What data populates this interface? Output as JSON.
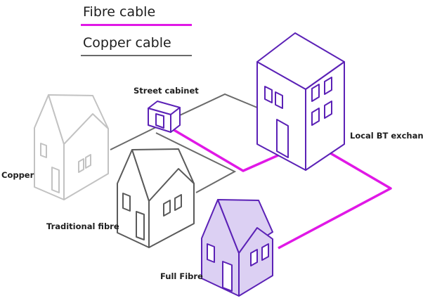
{
  "legend": {
    "fibre_label": "Fibre cable",
    "copper_label": "Copper cable",
    "fibre_color": "#e018e6",
    "copper_color": "#6a6a6a"
  },
  "labels": {
    "street_cabinet": "Street cabinet",
    "exchange": "Local BT exchange",
    "copper": "Copper",
    "traditional": "Traditional fibre",
    "full": "Full Fibre"
  },
  "colors": {
    "copper_house": "#c2c2c2",
    "traditional_house": "#5a5a5a",
    "bt_purple": "#5b21b6",
    "full_fibre_fill": "#dcd0f3"
  }
}
